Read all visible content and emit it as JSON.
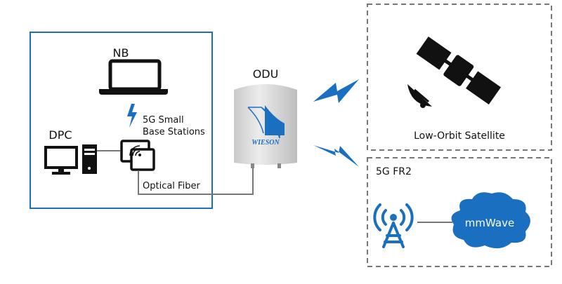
{
  "labels": {
    "nb": "NB",
    "dpc": "DPC",
    "small_cell": "5G Small",
    "small_cell_2": "Base Stations",
    "fiber": "Optical Fiber",
    "odu": "ODU",
    "brand": "WIESON",
    "satellite": "Low-Orbit Satellite",
    "fr2": "5G FR2",
    "mmwave": "mmWave"
  },
  "colors": {
    "accent": "#1a6fc0",
    "line": "#777777",
    "dash": "#777777"
  }
}
